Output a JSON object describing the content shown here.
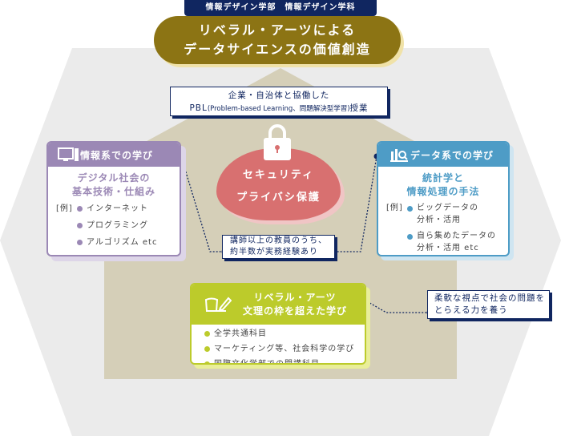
{
  "header": {
    "department": "情報デザイン学部　情報デザイン学科",
    "title_line1": "リベラル・アーツによる",
    "title_line2": "データサイエンスの価値創造"
  },
  "pbl": {
    "line1": "企業・自治体と協働した",
    "line2_main": "PBL",
    "line2_small": "(Problem-based Learning、問題解決型学習)",
    "line2_end": "授業"
  },
  "info": {
    "header": "情報系での学び",
    "title1": "デジタル社会の",
    "title2": "基本技術・仕組み",
    "example_label": "[例]",
    "items": [
      "インターネット",
      "プログラミング",
      "アルゴリズム etc"
    ],
    "color": "#9b88b5"
  },
  "data": {
    "header": "データ系での学び",
    "title1": "統計学と",
    "title2": "情報処理の手法",
    "example_label": "[例]",
    "items": [
      [
        "ビッグデータの",
        "分析・活用"
      ],
      [
        "自ら集めたデータの",
        "分析・活用 etc"
      ]
    ],
    "color": "#4e9cc6"
  },
  "security": {
    "line1": "セキュリティ",
    "line2": "プライバシ保護",
    "color": "#d87070"
  },
  "lecturer": {
    "line1": "講師以上の教員のうち、",
    "line2": "約半数が実務経験あり"
  },
  "liberal": {
    "header1": "リベラル・アーツ",
    "header2": "文理の枠を超えた学び",
    "items": [
      "全学共通科目",
      "マーケティング等、社会科学の学び",
      "国際文化学部での開講科目"
    ],
    "color": "#bccb2b"
  },
  "side_note": {
    "line1": "柔軟な視点で社会の問題を",
    "line2": "とらえる力を養う"
  }
}
